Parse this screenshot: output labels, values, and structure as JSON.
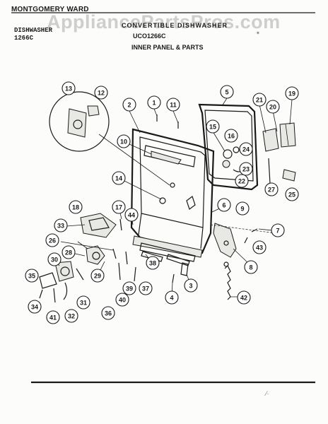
{
  "header": {
    "brand": "MONTGOMERY WARD",
    "watermark": "AppliancePartsPros.com",
    "product": "DISHWASHER",
    "model_short": "1266C",
    "title_line": "CONVERTIBLE DISHWASHER",
    "model_full": "UCO1266C",
    "section_title": "INNER PANEL & PARTS",
    "small_mark": "✶"
  },
  "footer": {
    "mark": "⁄·"
  },
  "callouts": [
    {
      "id": "13",
      "label": "13"
    },
    {
      "id": "12",
      "label": "12"
    },
    {
      "id": "2",
      "label": "2"
    },
    {
      "id": "1",
      "label": "1"
    },
    {
      "id": "11",
      "label": "11"
    },
    {
      "id": "5",
      "label": "5"
    },
    {
      "id": "21",
      "label": "21"
    },
    {
      "id": "20",
      "label": "20"
    },
    {
      "id": "19",
      "label": "19"
    },
    {
      "id": "15",
      "label": "15"
    },
    {
      "id": "16",
      "label": "16"
    },
    {
      "id": "24",
      "label": "24"
    },
    {
      "id": "23",
      "label": "23"
    },
    {
      "id": "22",
      "label": "22"
    },
    {
      "id": "27",
      "label": "27"
    },
    {
      "id": "25",
      "label": "25"
    },
    {
      "id": "10",
      "label": "10"
    },
    {
      "id": "14",
      "label": "14"
    },
    {
      "id": "18",
      "label": "18"
    },
    {
      "id": "17",
      "label": "17"
    },
    {
      "id": "44",
      "label": "44"
    },
    {
      "id": "6",
      "label": "6"
    },
    {
      "id": "9",
      "label": "9"
    },
    {
      "id": "33",
      "label": "33"
    },
    {
      "id": "7",
      "label": "7"
    },
    {
      "id": "26",
      "label": "26"
    },
    {
      "id": "43",
      "label": "43"
    },
    {
      "id": "28",
      "label": "28"
    },
    {
      "id": "30",
      "label": "30"
    },
    {
      "id": "38",
      "label": "38"
    },
    {
      "id": "8",
      "label": "8"
    },
    {
      "id": "35",
      "label": "35"
    },
    {
      "id": "29",
      "label": "29"
    },
    {
      "id": "3",
      "label": "3"
    },
    {
      "id": "31",
      "label": "31"
    },
    {
      "id": "39",
      "label": "39"
    },
    {
      "id": "37",
      "label": "37"
    },
    {
      "id": "34",
      "label": "34"
    },
    {
      "id": "36",
      "label": "36"
    },
    {
      "id": "40",
      "label": "40"
    },
    {
      "id": "4",
      "label": "4"
    },
    {
      "id": "42",
      "label": "42"
    },
    {
      "id": "41",
      "label": "41"
    },
    {
      "id": "32",
      "label": "32"
    }
  ]
}
